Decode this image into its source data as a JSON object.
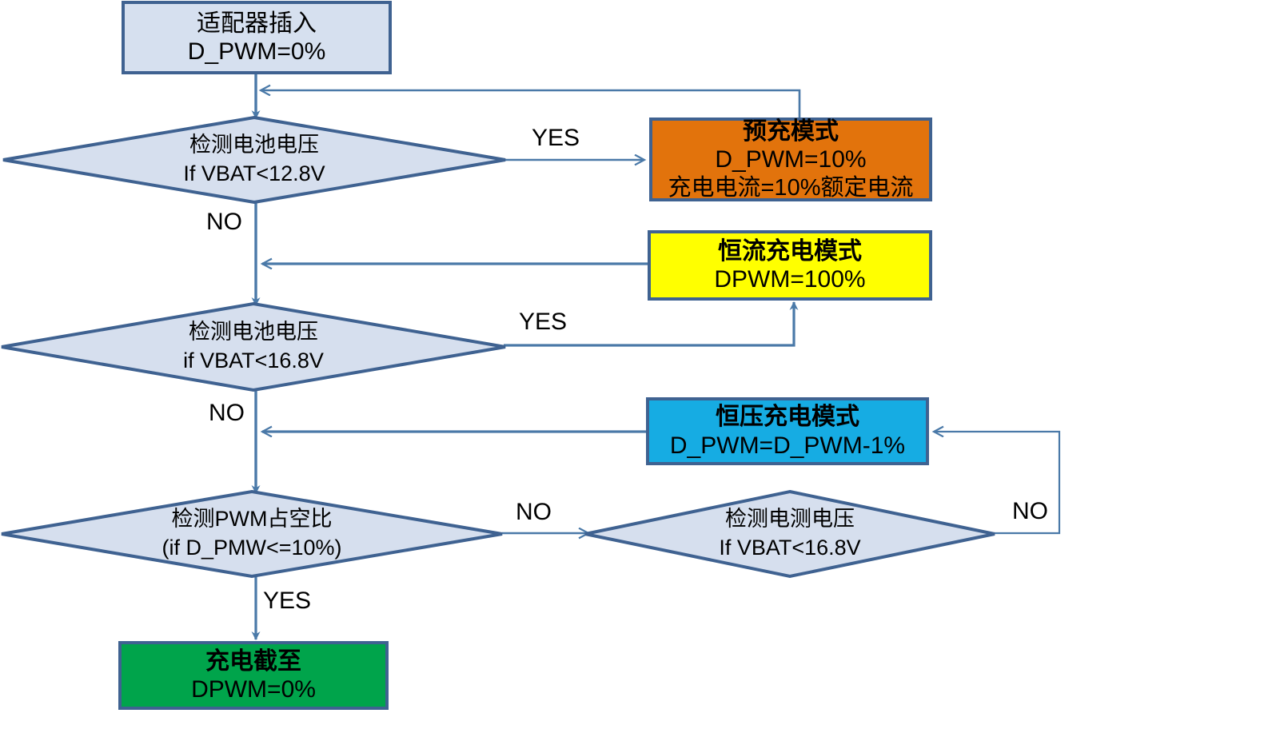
{
  "diagram": {
    "title": "Battery charging control flowchart",
    "colors": {
      "border": "#3f6291",
      "diamond_fill": "#d6dfee",
      "start_fill": "#d6e0ef",
      "precharge_fill": "#e2730c",
      "cc_fill": "#ffff00",
      "cv_fill": "#16ace3",
      "done_fill": "#00a44b",
      "arrow": "#4a79a8"
    }
  },
  "nodes": {
    "start": {
      "name": "adapter-plug-in",
      "line1": "适配器插入",
      "line2": "D_PWM=0%"
    },
    "decision1": {
      "name": "check-battery-voltage-1",
      "line1": "检测电池电压",
      "line2": "If VBAT<12.8V"
    },
    "precharge": {
      "name": "precharge-mode",
      "line1": "预充模式",
      "line2": "D_PWM=10%",
      "line3": "充电电流=10%额定电流"
    },
    "decision2": {
      "name": "check-battery-voltage-2",
      "line1": "检测电池电压",
      "line2": "if VBAT<16.8V"
    },
    "constant_current": {
      "name": "constant-current-mode",
      "line1": "恒流充电模式",
      "line2": "DPWM=100%"
    },
    "constant_voltage": {
      "name": "constant-voltage-mode",
      "line1": "恒压充电模式",
      "line2": "D_PWM=D_PWM-1%"
    },
    "decision3": {
      "name": "check-pwm-duty-cycle",
      "line1": "检测PWM占空比",
      "line2": "(if D_PMW<=10%)"
    },
    "decision4": {
      "name": "check-battery-voltage-3",
      "line1": "检测电测电压",
      "line2": "If VBAT<16.8V"
    },
    "done": {
      "name": "charging-complete",
      "line1": "充电截至",
      "line2": "DPWM=0%"
    }
  },
  "edge_labels": {
    "d1_yes": "YES",
    "d1_no": "NO",
    "d2_yes": "YES",
    "d2_no": "NO",
    "d3_no": "NO",
    "d3_yes": "YES",
    "d4_no": "NO"
  }
}
